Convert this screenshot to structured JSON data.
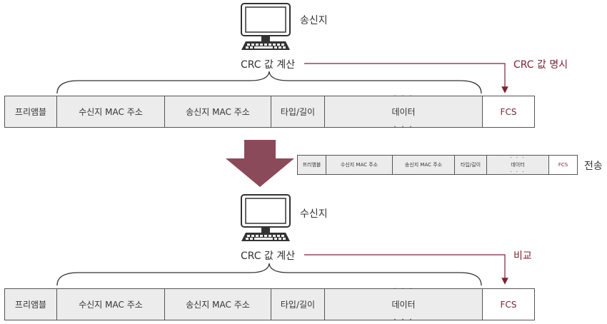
{
  "sender": {
    "label": "송신지",
    "calc": "CRC 값 계산",
    "action": "CRC 값 명시",
    "frame": {
      "fields": [
        "프리앰블",
        "수신지 MAC 주소",
        "송신지 MAC 주소",
        "타입/길이",
        "데이터",
        "FCS"
      ],
      "dots": "· · ·"
    }
  },
  "transmit": {
    "label": "전송",
    "frame": {
      "fields": [
        "프리앰블",
        "수신지 MAC 주소",
        "송신지 MAC 주소",
        "타입/길이",
        "데이터",
        "FCS"
      ],
      "dots": "· · ·"
    }
  },
  "receiver": {
    "label": "수신지",
    "calc": "CRC 값 계산",
    "action": "비교",
    "frame": {
      "fields": [
        "프리앰블",
        "수신지 MAC 주소",
        "송신지 MAC 주소",
        "타입/길이",
        "데이터",
        "FCS"
      ],
      "dots": "· · ·"
    }
  },
  "colors": {
    "accent": "#7a2333",
    "arrow": "#8b4a5a",
    "cell": "#ececec",
    "border": "#555555"
  },
  "icons": [
    "computer-icon",
    "down-arrow-icon",
    "brace-icon"
  ]
}
